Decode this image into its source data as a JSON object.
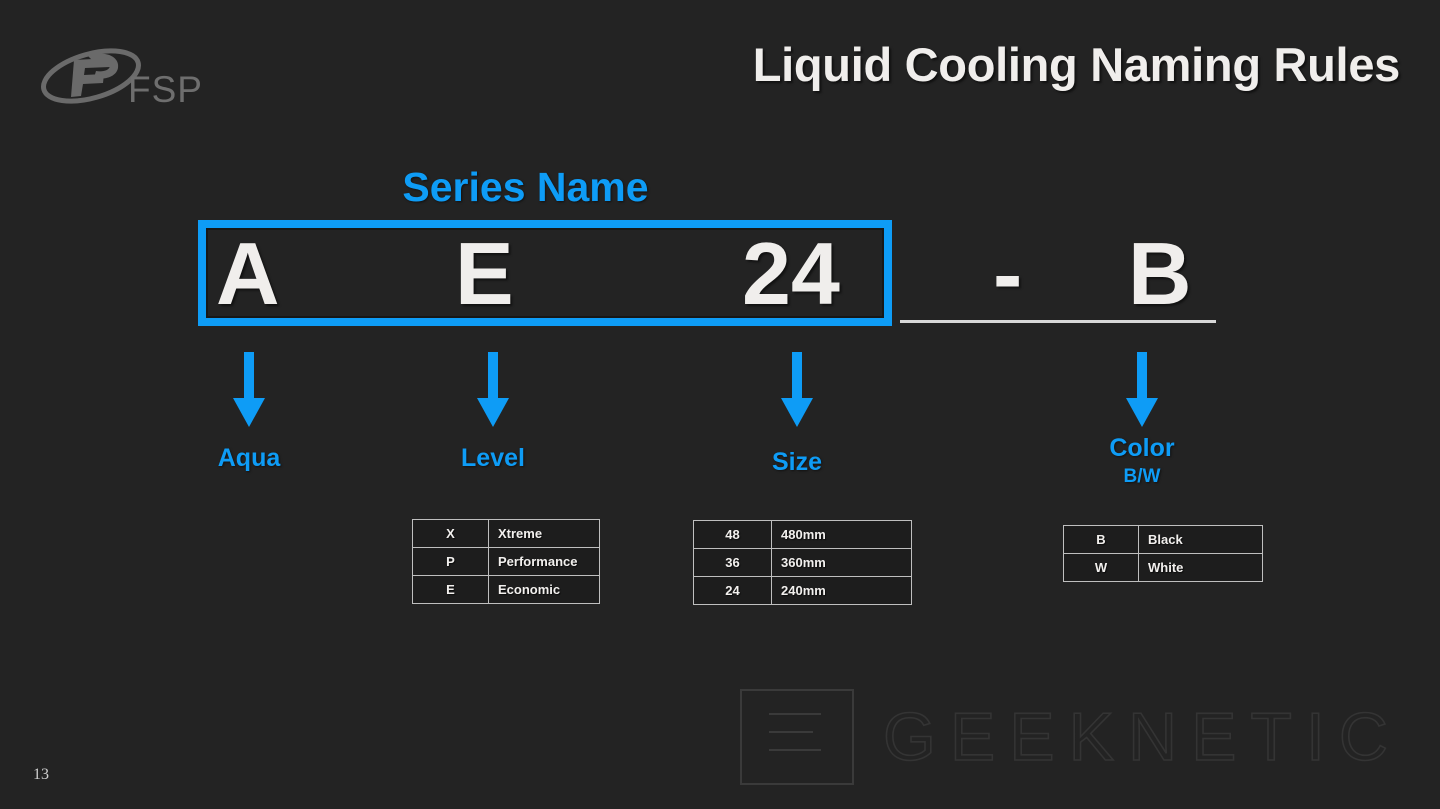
{
  "slide": {
    "page_number": "13",
    "background_color": "#232323",
    "accent_color": "#0e9cf6",
    "text_color": "#f0eeec"
  },
  "brand": {
    "logo_text": "FSP",
    "logo_name": "fsp-logo"
  },
  "header": {
    "title": "Liquid Cooling Naming Rules"
  },
  "diagram": {
    "series_label": "Series Name",
    "code_parts": [
      {
        "name": "aqua",
        "char": "A"
      },
      {
        "name": "level",
        "char": "E"
      },
      {
        "name": "size",
        "char": "24"
      },
      {
        "name": "dash",
        "char": "-"
      },
      {
        "name": "color",
        "char": "B"
      }
    ],
    "callouts": [
      {
        "name": "aqua",
        "label": "Aqua",
        "sub": ""
      },
      {
        "name": "level",
        "label": "Level",
        "sub": ""
      },
      {
        "name": "size",
        "label": "Size",
        "sub": ""
      },
      {
        "name": "color",
        "label": "Color",
        "sub": "B/W"
      }
    ]
  },
  "legends": {
    "level": {
      "name": "level-legend",
      "rows": [
        {
          "key": "X",
          "value": "Xtreme"
        },
        {
          "key": "P",
          "value": "Performance"
        },
        {
          "key": "E",
          "value": "Economic"
        }
      ]
    },
    "size": {
      "name": "size-legend",
      "rows": [
        {
          "key": "48",
          "value": "480mm"
        },
        {
          "key": "36",
          "value": "360mm"
        },
        {
          "key": "24",
          "value": "240mm"
        }
      ]
    },
    "color": {
      "name": "color-legend",
      "rows": [
        {
          "key": "B",
          "value": "Black"
        },
        {
          "key": "W",
          "value": "White"
        }
      ]
    }
  },
  "watermark": {
    "text": "GEEKNETIC"
  }
}
